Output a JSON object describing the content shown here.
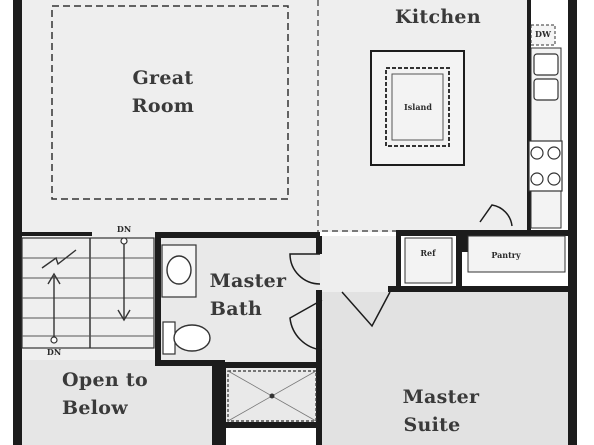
{
  "rooms": {
    "great_room": [
      "Great",
      "Room"
    ],
    "kitchen": "Kitchen",
    "island": "Island",
    "dw": "DW",
    "ref": "Ref",
    "pantry": "Pantry",
    "master_bath": [
      "Master",
      "Bath"
    ],
    "open_to_below": [
      "Open to",
      "Below"
    ],
    "master_suite": [
      "Master",
      "Suite"
    ]
  },
  "stairs": {
    "dn_top": "DN",
    "dn_bottom": "DN"
  },
  "colors": {
    "background": "#ffffff",
    "floor": "#eeeeee",
    "floor_dark": "#e2e2e2",
    "wall": "#1c1c1c",
    "label": "#3a3a3a",
    "dashed": "#333333"
  }
}
